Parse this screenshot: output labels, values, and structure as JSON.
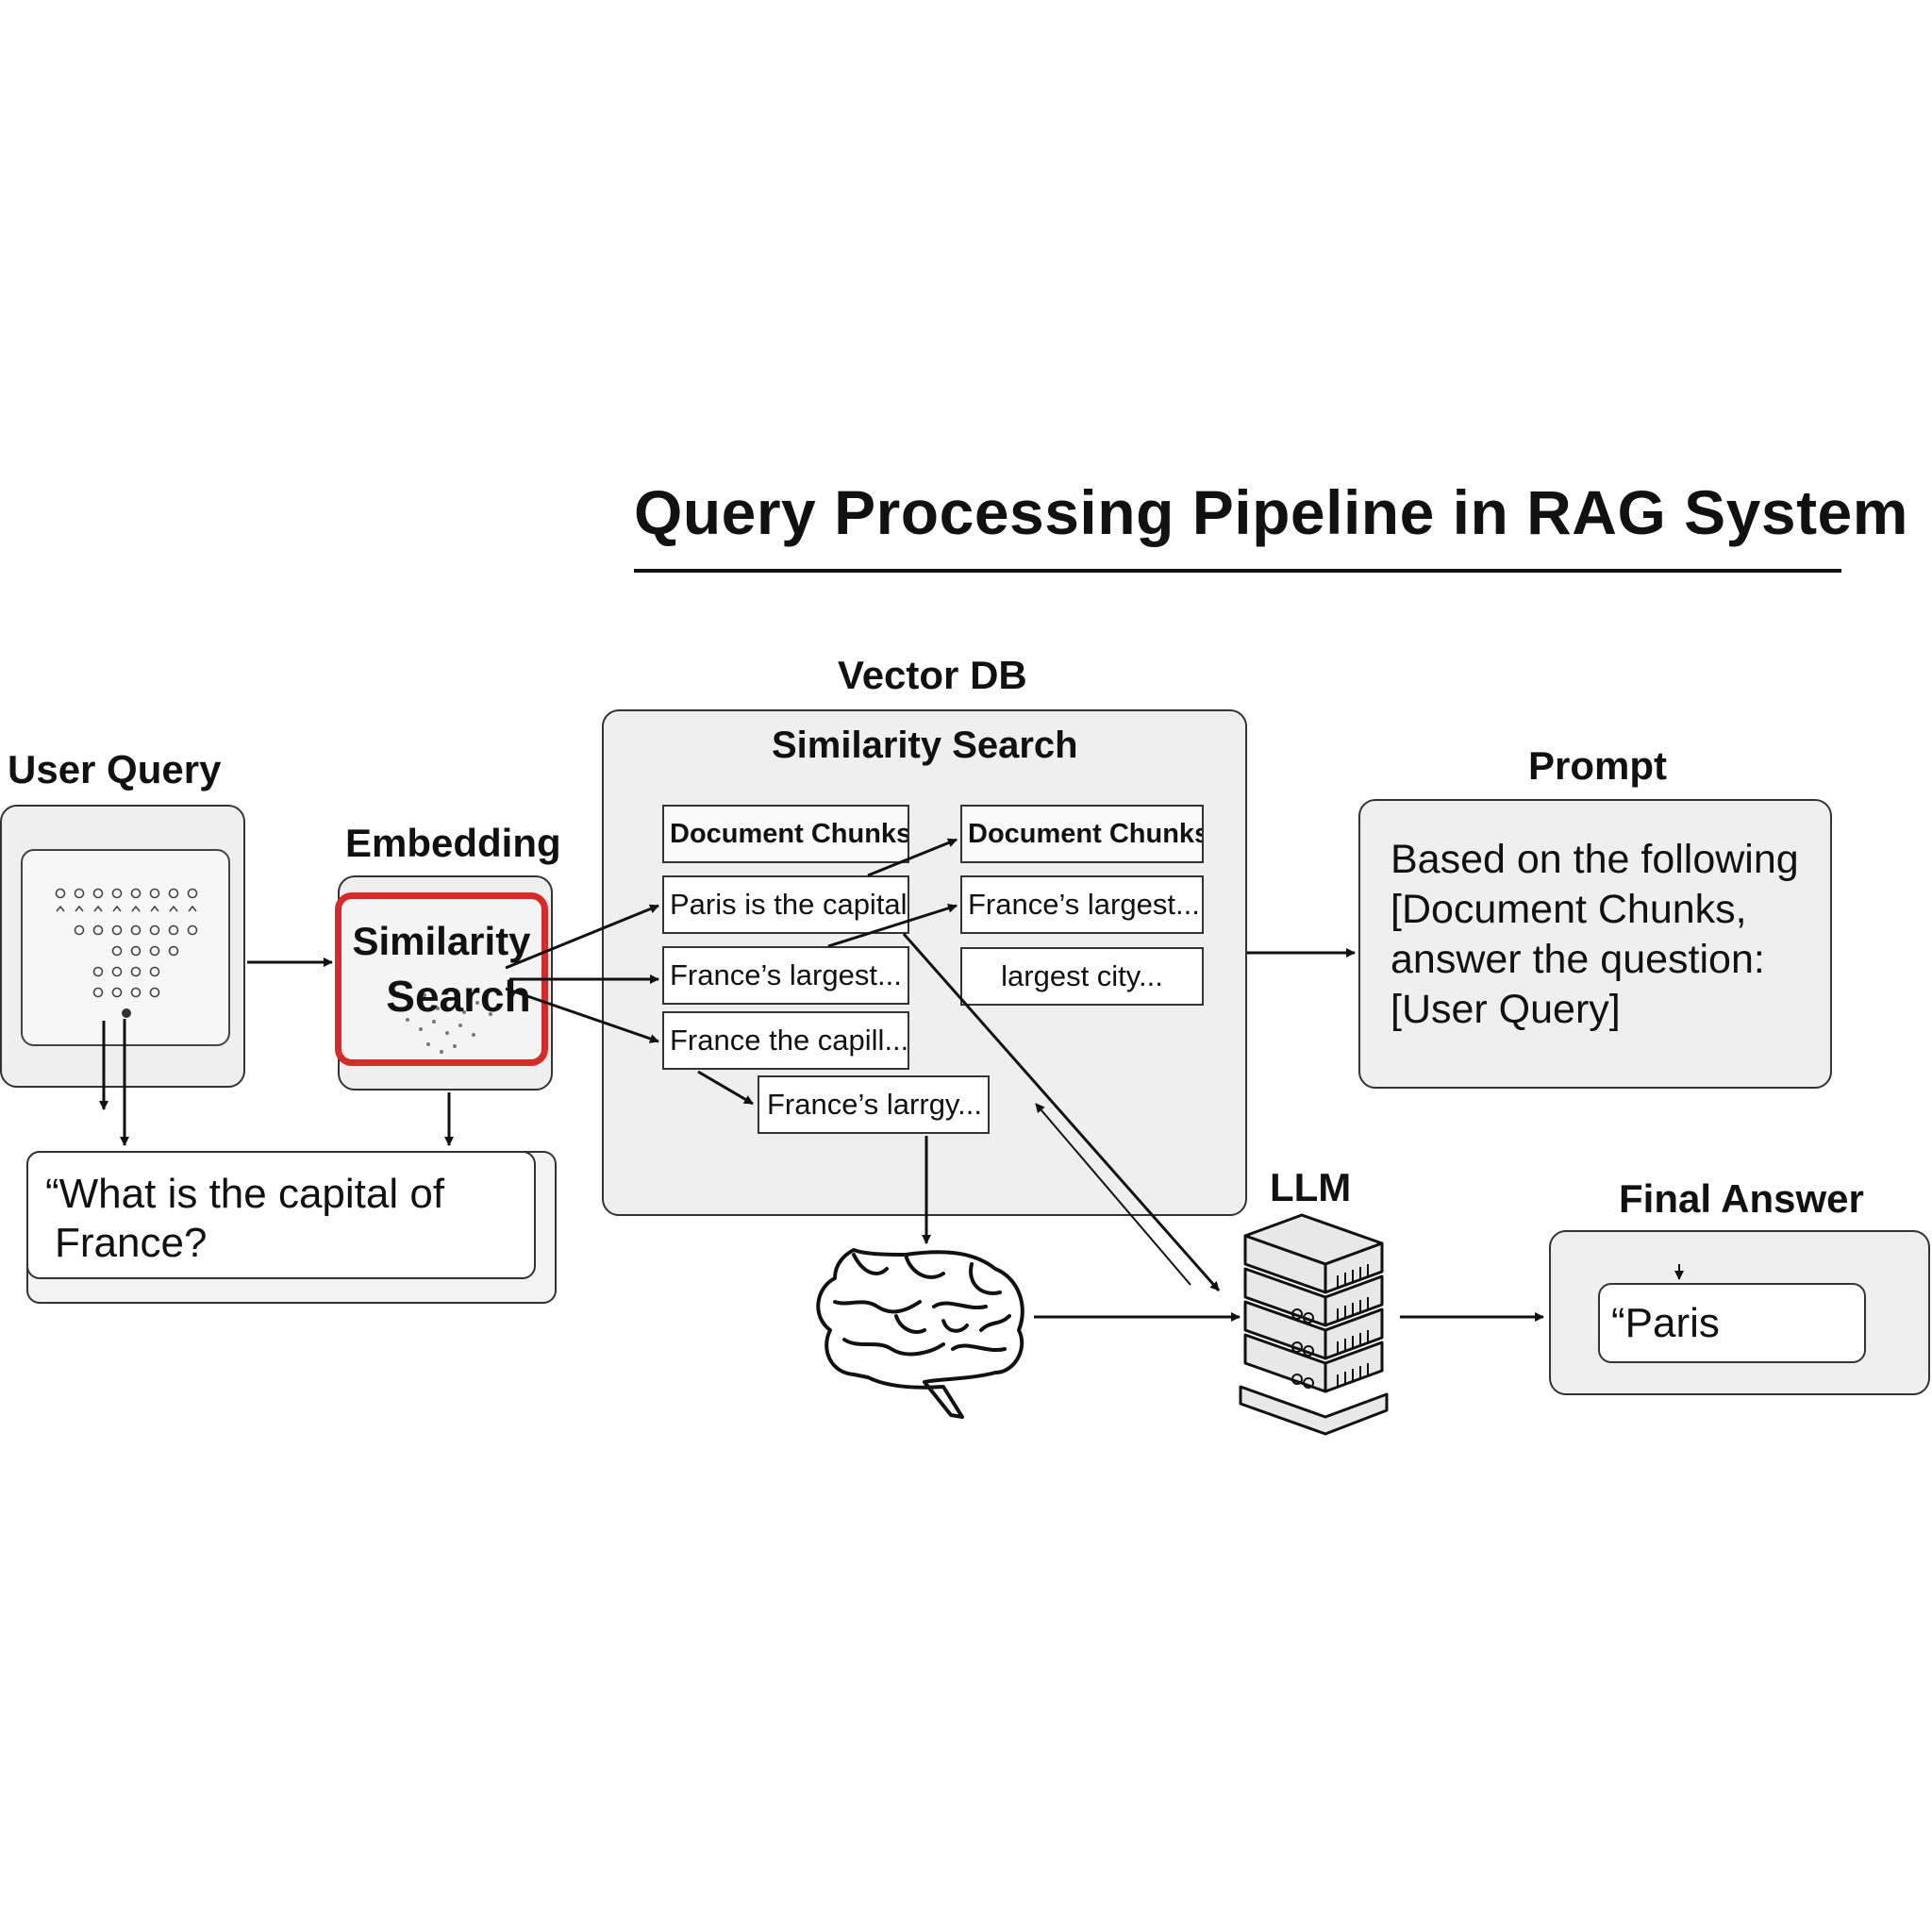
{
  "title": "Query Processing Pipeline in RAG System",
  "user_query": {
    "label": "User Query",
    "question_line1": "“What is the capital of",
    "question_line2": "France?"
  },
  "embedding": {
    "label": "Embedding",
    "line1": "Similarity",
    "line2": "Search"
  },
  "vector_db": {
    "label": "Vector DB",
    "subtitle": "Similarity Search",
    "left_column": [
      "Document Chunks",
      "Paris is the capital.",
      "France’s largest...",
      "France the capill...",
      "France’s larrgy..."
    ],
    "right_column": [
      "Document Chunks",
      "France’s largest...",
      "largest city..."
    ]
  },
  "prompt": {
    "label": "Prompt",
    "lines": [
      "Based on the following",
      "[Document Chunks,",
      "answer the question:",
      "[User Query]"
    ]
  },
  "llm": {
    "label": "LLM"
  },
  "final_answer": {
    "label": "Final Answer",
    "value": "“Paris"
  },
  "colors": {
    "highlight": "#d92a2a",
    "panel": "#efefef",
    "ink": "#111111"
  },
  "icons": [
    "embedding-grid-icon",
    "brain-icon",
    "server-stack-icon",
    "arrow-icon"
  ]
}
